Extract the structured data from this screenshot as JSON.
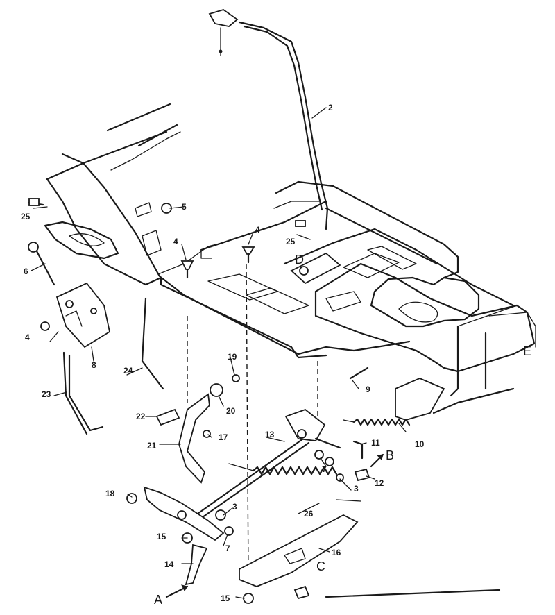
{
  "labels": {
    "n2": "2",
    "n3a": "3",
    "n3b": "3",
    "n4a": "4",
    "n4b": "4",
    "n4c": "4",
    "n5": "5",
    "n6": "6",
    "n7a": "7",
    "n7b": "7",
    "n8": "8",
    "n9": "9",
    "n10": "10",
    "n11": "11",
    "n12": "12",
    "n13": "13",
    "n14": "14",
    "n15a": "15",
    "n15b": "15",
    "n16": "16",
    "n17": "17",
    "n18": "18",
    "n19": "19",
    "n20": "20",
    "n21": "21",
    "n22": "22",
    "n23": "23",
    "n24": "24",
    "n25a": "25",
    "n25b": "25",
    "n26": "26",
    "lA": "A",
    "lB": "B",
    "lC": "C",
    "lD": "D",
    "lE": "E"
  }
}
